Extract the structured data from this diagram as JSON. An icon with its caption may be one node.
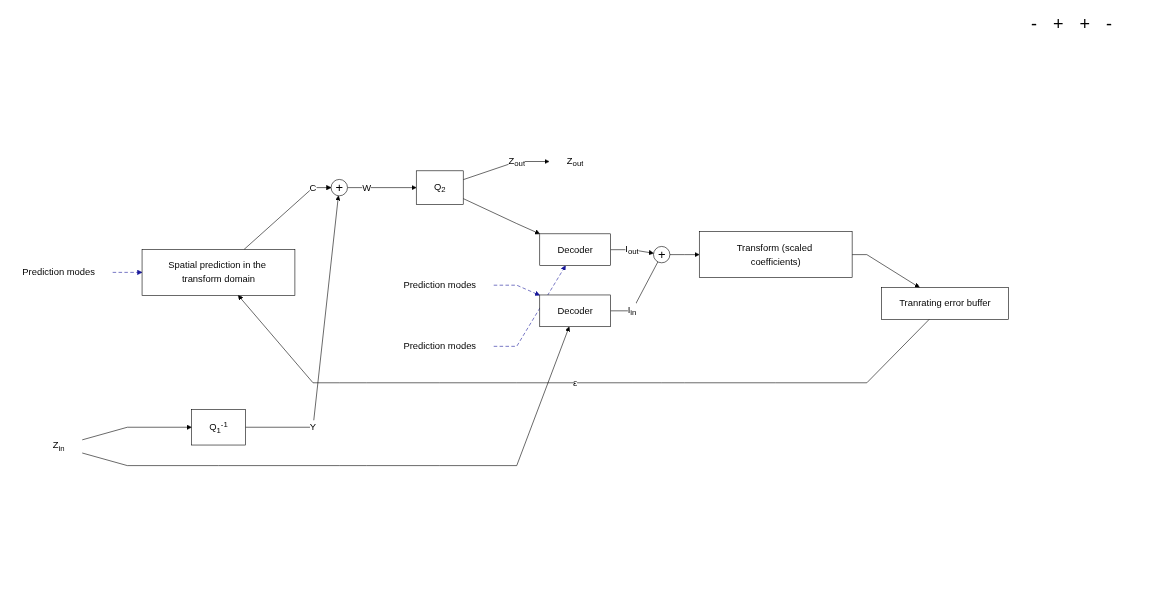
{
  "diagram": {
    "nodes": [
      {
        "text": [
          "Prediction modes"
        ]
      },
      {
        "text": [
          "Spatial prediction in the transform domain"
        ]
      },
      {
        "text": [
          "Tranrating error buffer"
        ]
      },
      {
        "text": [
          "Z$_{in}$"
        ]
      },
      {
        "text": [
          "Q$_{1}$$^{-1}$"
        ]
      },
      {
        "text": [
          "+"
        ]
      },
      {
        "text": [
          "Q$_{2}$"
        ]
      },
      {
        "text": [
          "Z$_{out}$"
        ]
      },
      {
        "text": [
          "Prediction modes"
        ]
      },
      {
        "text": [
          "Decoder"
        ]
      },
      {
        "text": [
          "Prediction modes"
        ]
      },
      {
        "text": [
          "Decoder"
        ]
      },
      {
        "text": [
          "Transform (scaled coefficients)"
        ]
      },
      {
        "text": [
          "+"
        ]
      }
    ],
    "edges": [
      {
        "from": 0,
        "to": 1,
        "arrow": "to",
        "style": "dashed",
        "color": "#1a1a9c"
      },
      {
        "from": 2,
        "to": 1,
        "arrow": "to",
        "label": "ε"
      },
      {
        "from": 1,
        "to": 5,
        "arrow": "to",
        "label": "C"
      },
      {
        "from": 3,
        "to": 4,
        "arrow": "to"
      },
      {
        "from": 3,
        "to": 9,
        "arrow": "to"
      },
      {
        "from": 4,
        "to": 5,
        "arrow": "to",
        "label": "Y"
      },
      {
        "from": 5,
        "to": 6,
        "arrow": "to",
        "label": "W"
      },
      {
        "from": 6,
        "to": 7,
        "arrow": "to",
        "label": "Z$_{out}$"
      },
      {
        "from": 6,
        "to": 11,
        "arrow": "to"
      },
      {
        "from": 8,
        "to": 9,
        "arrow": "to",
        "style": "dashed",
        "color": "#1a1a9c"
      },
      {
        "from": 10,
        "to": 11,
        "arrow": "to",
        "style": "dashed",
        "color": "#1a1a9c"
      },
      {
        "from": 9,
        "to": 13,
        "arrow": "none",
        "label": "I$_{in}$"
      },
      {
        "from": 11,
        "to": 13,
        "arrow": "to",
        "label": "I$_{out}$"
      },
      {
        "from": 13,
        "to": 12,
        "arrow": "to"
      },
      {
        "from": 12,
        "to": 2,
        "arrow": "to"
      }
    ],
    "labels": [
      "-",
      "+",
      "+",
      "-"
    ]
  }
}
